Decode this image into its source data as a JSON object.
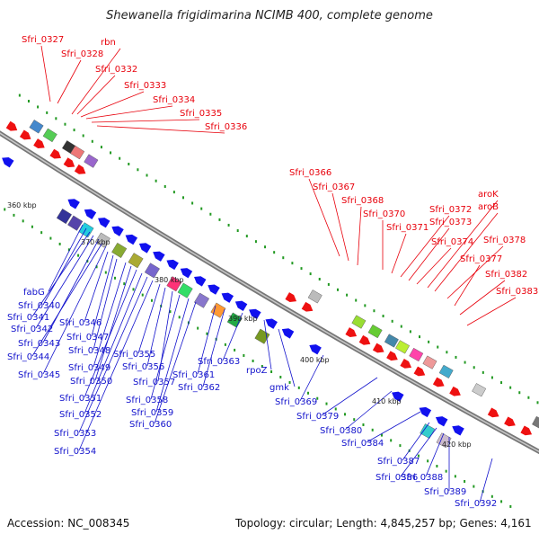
{
  "title": "Shewanella frigidimarina NCIMB 400, complete genome",
  "accession": "Accession: NC_008345",
  "summary": "Topology: circular; Length: 4,845,257 bp; Genes: 4,161",
  "kbp_ticks": [
    "360 kbp",
    "370 kbp",
    "380 kbp",
    "390 kbp",
    "400 kbp",
    "410 kbp",
    "420 kbp"
  ],
  "red_labels": [
    "Sfri_0327",
    "Sfri_0328",
    "rbn",
    "Sfri_0332",
    "Sfri_0333",
    "Sfri_0334",
    "Sfri_0335",
    "Sfri_0336",
    "Sfri_0366",
    "Sfri_0367",
    "Sfri_0368",
    "Sfri_0370",
    "Sfri_0371",
    "Sfri_0372",
    "Sfri_0373",
    "Sfri_0374",
    "aroK",
    "aroB",
    "Sfri_0378",
    "Sfri_0377",
    "Sfri_0382",
    "Sfri_0383"
  ],
  "blue_labels": [
    "fabG",
    "Sfri_0340",
    "Sfri_0341",
    "Sfri_0342",
    "Sfri_0343",
    "Sfri_0344",
    "Sfri_0345",
    "Sfri_0346",
    "Sfri_0347",
    "Sfri_0348",
    "Sfri_0349",
    "Sfri_0350",
    "Sfri_0351",
    "Sfri_0352",
    "Sfri_0353",
    "Sfri_0354",
    "Sfri_0355",
    "Sfri_0356",
    "Sfri_0357",
    "Sfri_0358",
    "Sfri_0359",
    "Sfri_0360",
    "Sfri_0361",
    "Sfri_0362",
    "Sfri_0363",
    "rpoZ",
    "gmk",
    "Sfri_0369",
    "Sfri_0379",
    "Sfri_0380",
    "Sfri_0384",
    "Sfri_0387",
    "Sfri_0386",
    "Sfri_0388",
    "Sfri_0389",
    "Sfri_0392"
  ],
  "colors": {
    "forward": "#ee1111",
    "reverse": "#1111ee",
    "backbone": "#888888",
    "tick": "#229922"
  }
}
